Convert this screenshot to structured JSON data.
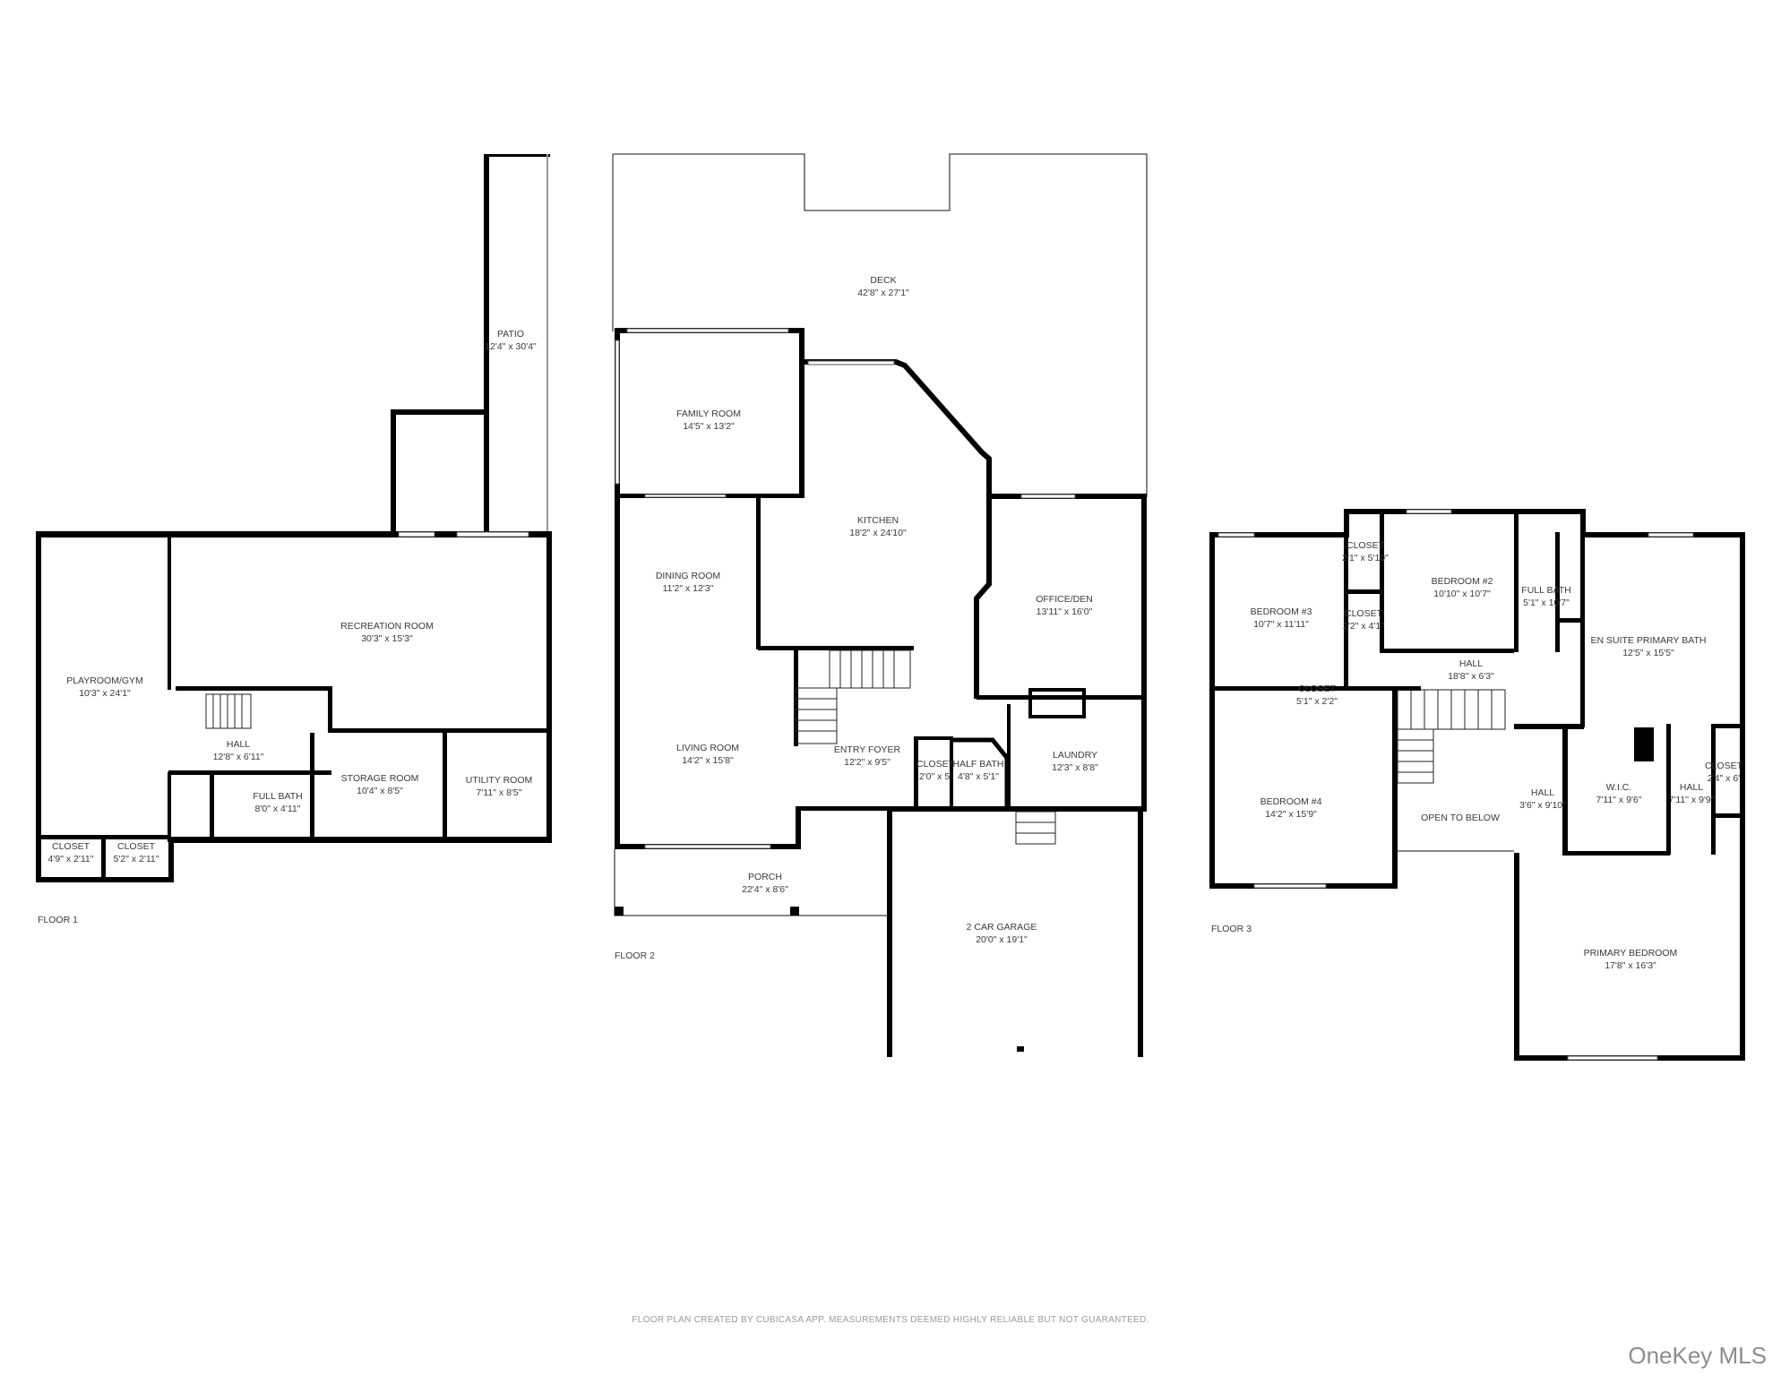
{
  "floor1": {
    "label": "FLOOR 1",
    "rooms": [
      {
        "name": "PATIO",
        "dims": "12'4\" x 30'4\""
      },
      {
        "name": "RECREATION ROOM",
        "dims": "30'3\" x 15'3\""
      },
      {
        "name": "PLAYROOM/GYM",
        "dims": "10'3\" x 24'1\""
      },
      {
        "name": "HALL",
        "dims": "12'8\" x 6'11\""
      },
      {
        "name": "FULL BATH",
        "dims": "8'0\" x 4'11\""
      },
      {
        "name": "STORAGE ROOM",
        "dims": "10'4\" x 8'5\""
      },
      {
        "name": "UTILITY ROOM",
        "dims": "7'11\" x 8'5\""
      },
      {
        "name": "CLOSET",
        "dims": "4'9\" x 2'11\""
      },
      {
        "name": "CLOSET",
        "dims": "5'2\" x 2'11\""
      }
    ]
  },
  "floor2": {
    "label": "FLOOR 2",
    "rooms": [
      {
        "name": "DECK",
        "dims": "42'8\" x 27'1\""
      },
      {
        "name": "FAMILY ROOM",
        "dims": "14'5\" x 13'2\""
      },
      {
        "name": "KITCHEN",
        "dims": "18'2\" x 24'10\""
      },
      {
        "name": "DINING ROOM",
        "dims": "11'2\" x 12'3\""
      },
      {
        "name": "OFFICE/DEN",
        "dims": "13'11\" x 16'0\""
      },
      {
        "name": "LIVING ROOM",
        "dims": "14'2\" x 15'8\""
      },
      {
        "name": "ENTRY FOYER",
        "dims": "12'2\" x 9'5\""
      },
      {
        "name": "CLOSET",
        "dims": "2'0\" x 5'"
      },
      {
        "name": "HALF BATH",
        "dims": "4'8\" x 5'1\""
      },
      {
        "name": "LAUNDRY",
        "dims": "12'3\" x 8'8\""
      },
      {
        "name": "PORCH",
        "dims": "22'4\" x 8'6\""
      },
      {
        "name": "2 CAR GARAGE",
        "dims": "20'0\" x 19'1\""
      }
    ]
  },
  "floor3": {
    "label": "FLOOR 3",
    "rooms": [
      {
        "name": "CLOSET",
        "dims": "2'1\" x 5'10\""
      },
      {
        "name": "BEDROOM #2",
        "dims": "10'10\" x 10'7\""
      },
      {
        "name": "FULL BATH",
        "dims": "5'1\" x 10'7\""
      },
      {
        "name": "BEDROOM #3",
        "dims": "10'7\" x 11'11\""
      },
      {
        "name": "CLOSET",
        "dims": "2'2\" x 4'1\""
      },
      {
        "name": "EN SUITE PRIMARY BATH",
        "dims": "12'5\" x 15'5\""
      },
      {
        "name": "HALL",
        "dims": "18'8\" x 6'3\""
      },
      {
        "name": "CLOSET",
        "dims": "5'1\" x 2'2\""
      },
      {
        "name": "CLOSET",
        "dims": "2'4\" x 6'"
      },
      {
        "name": "BEDROOM #4",
        "dims": "14'2\" x 15'9\""
      },
      {
        "name": "OPEN TO BELOW",
        "dims": ""
      },
      {
        "name": "HALL",
        "dims": "3'6\" x 9'10\""
      },
      {
        "name": "W.I.C.",
        "dims": "7'11\" x 9'6\""
      },
      {
        "name": "HALL",
        "dims": "7'11\" x 9'9\""
      },
      {
        "name": "PRIMARY BEDROOM",
        "dims": "17'8\" x 16'3\""
      }
    ]
  },
  "footer": "FLOOR PLAN CREATED BY CUBICASA APP. MEASUREMENTS DEEMED HIGHLY RELIABLE BUT NOT GUARANTEED.",
  "watermark": "OneKey MLS"
}
